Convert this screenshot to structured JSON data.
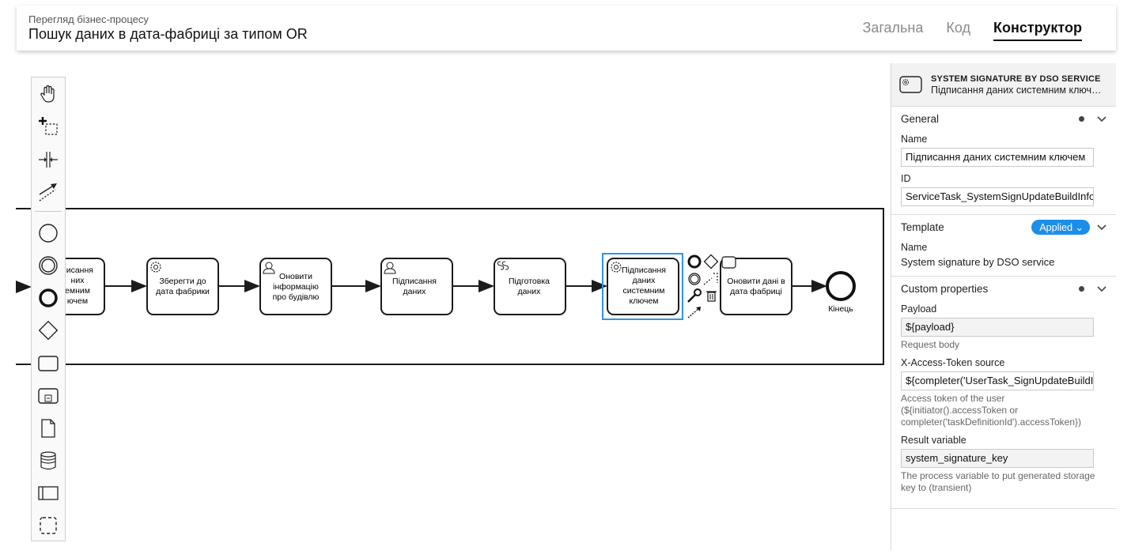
{
  "header": {
    "subtitle": "Перегляд бізнес-процесу",
    "title": "Пошук даних в дата-фабриці за типом OR",
    "tabs": [
      {
        "label": "Загальна",
        "active": false
      },
      {
        "label": "Код",
        "active": false
      },
      {
        "label": "Конструктор",
        "active": true
      }
    ]
  },
  "palette": {
    "tools": [
      "hand-tool",
      "lasso-tool",
      "space-tool",
      "global-connect-tool",
      "start-event",
      "intermediate-event",
      "end-event",
      "gateway",
      "task",
      "subprocess",
      "data-object",
      "data-store",
      "pool",
      "group"
    ]
  },
  "diagram": {
    "nodes": [
      {
        "label": "...писання даних системним ключем (partial)",
        "lines": [
          "писання",
          "них",
          "емним",
          "ючем"
        ]
      },
      {
        "label": "Зберегти до дата фабрики",
        "lines": [
          "Зберегти до",
          "дата фабрики"
        ],
        "icon": "gear-icon"
      },
      {
        "label": "Оновити інформацію про будівлю",
        "lines": [
          "Оновити",
          "інформацію",
          "про будівлю"
        ],
        "icon": "user-icon"
      },
      {
        "label": "Підписання даних",
        "lines": [
          "Підписання",
          "даних"
        ],
        "icon": "user-icon"
      },
      {
        "label": "Підготовка даних",
        "lines": [
          "Підготовка",
          "даних"
        ],
        "icon": "script-icon"
      },
      {
        "label": "Підписання даних системним ключем",
        "lines": [
          "Підписання",
          "даних",
          "системним",
          "ключем"
        ],
        "icon": "gear-icon",
        "selected": true
      },
      {
        "label": "Оновити дані в дата фабриці",
        "lines": [
          "Оновити дані в",
          "дата фабриці"
        ],
        "icon": "gear-icon"
      }
    ],
    "end_event_label": "Кінець"
  },
  "panel": {
    "element_type": "SYSTEM SIGNATURE BY DSO SERVICE",
    "element_name": "Підписання даних системним ключ…",
    "general": {
      "title": "General",
      "name_label": "Name",
      "name_value": "Підписання даних системним ключем",
      "id_label": "ID",
      "id_value": "ServiceTask_SystemSignUpdateBuildInfo"
    },
    "template": {
      "title": "Template",
      "badge": "Applied",
      "name_label": "Name",
      "name_value": "System signature by DSO service"
    },
    "custom": {
      "title": "Custom properties",
      "payload_label": "Payload",
      "payload_value": "${payload}",
      "payload_hint": "Request body",
      "token_label": "X-Access-Token source",
      "token_value": "${completer('UserTask_SignUpdateBuildInfo').accessToken}",
      "token_hint": "Access token of the user (${initiator().accessToken or completer('taskDefinitionId').accessToken})",
      "result_label": "Result variable",
      "result_value": "system_signature_key",
      "result_hint": "The process variable to put generated storage key to (transient)"
    }
  },
  "colors": {
    "selection": "#2f95e6",
    "badge": "#1d8ee8",
    "stroke": "#1b1b1b"
  }
}
